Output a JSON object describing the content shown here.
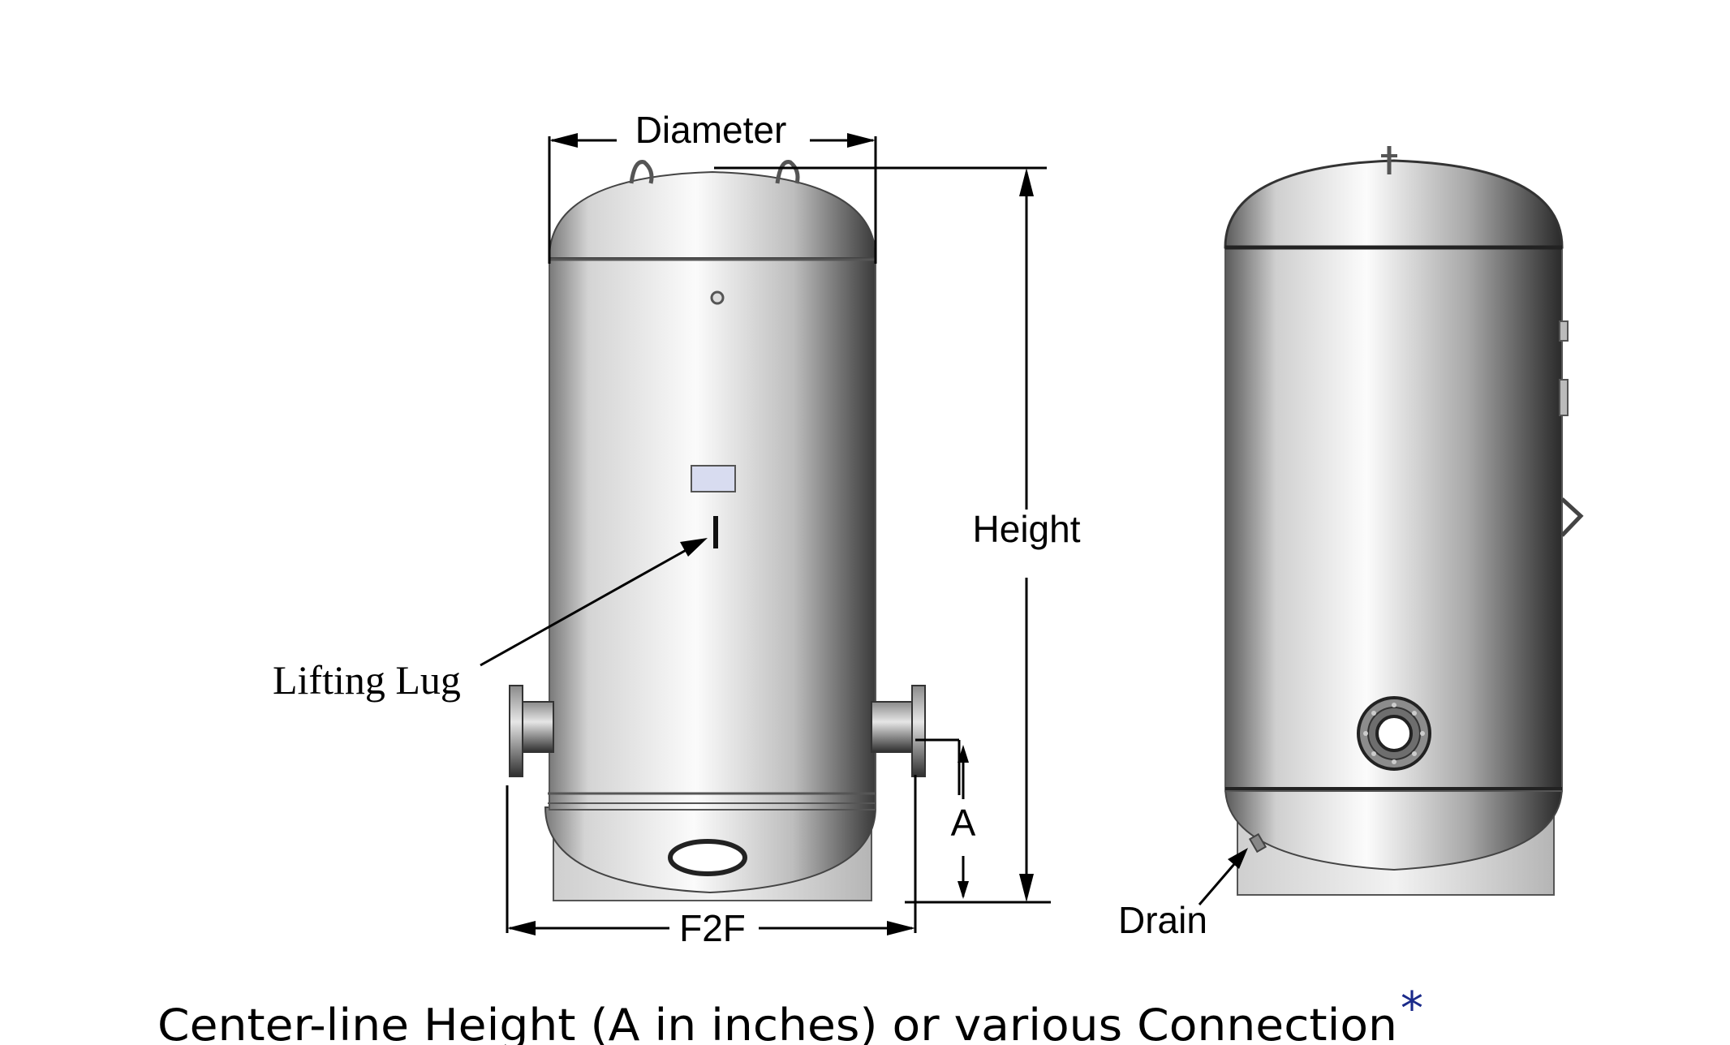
{
  "labels": {
    "diameter": "Diameter",
    "height": "Height",
    "lifting_lug": "Lifting Lug",
    "a_dim": "A",
    "f2f": "F2F",
    "drain": "Drain"
  },
  "caption": {
    "text": "Center-line Height (A in inches)  or various Connection",
    "asterisk": "*",
    "asterisk_color": "#1a2a8a"
  },
  "colors": {
    "tank_light": "#fafafa",
    "tank_mid": "#c8c8c8",
    "tank_dark": "#3c3c3c",
    "line": "#000000"
  }
}
